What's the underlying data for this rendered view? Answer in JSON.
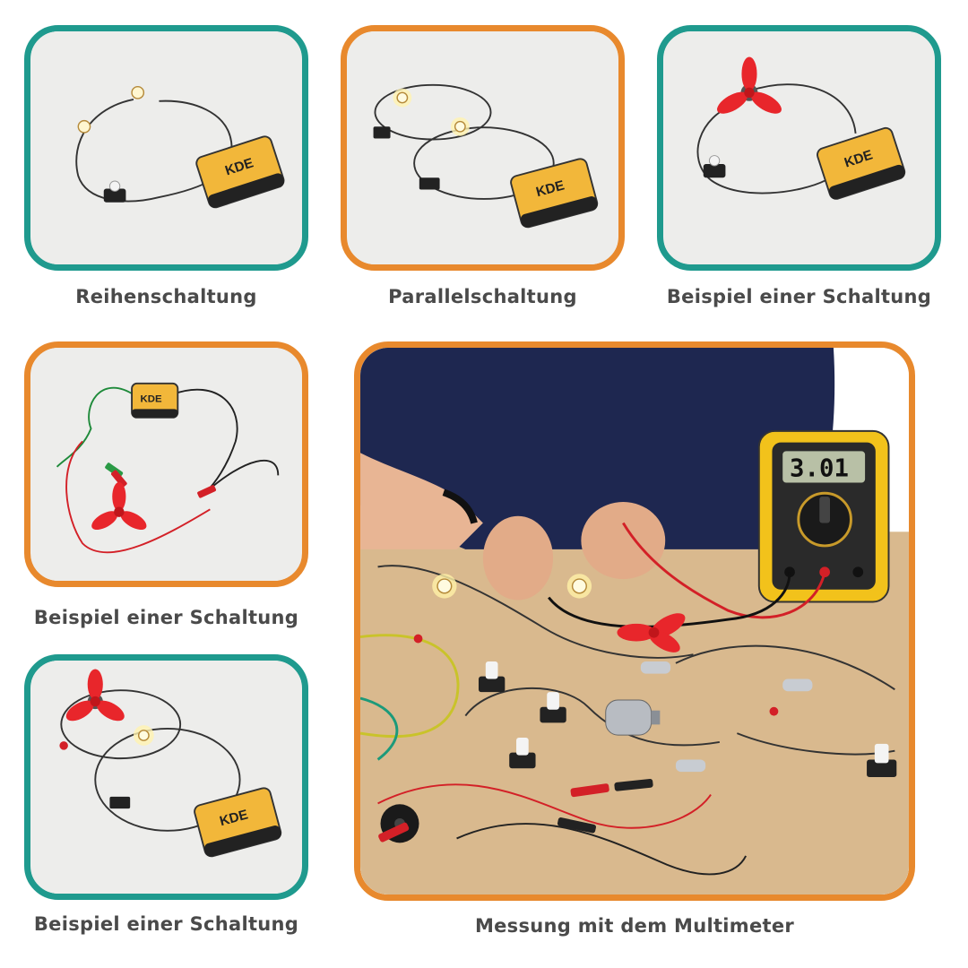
{
  "colors": {
    "teal": "#1f9a8e",
    "orange": "#e8892d"
  },
  "panels": [
    {
      "caption": "Reihenschaltung",
      "border": "teal"
    },
    {
      "caption": "Parallelschaltung",
      "border": "orange"
    },
    {
      "caption": "Beispiel einer Schaltung",
      "border": "teal"
    },
    {
      "caption": "Beispiel einer Schaltung",
      "border": "orange"
    },
    {
      "caption": "Beispiel einer Schaltung",
      "border": "teal"
    },
    {
      "caption": "Messung mit dem Multimeter",
      "border": "orange"
    }
  ],
  "battery_label": "KDE",
  "multimeter_display": "3.01"
}
